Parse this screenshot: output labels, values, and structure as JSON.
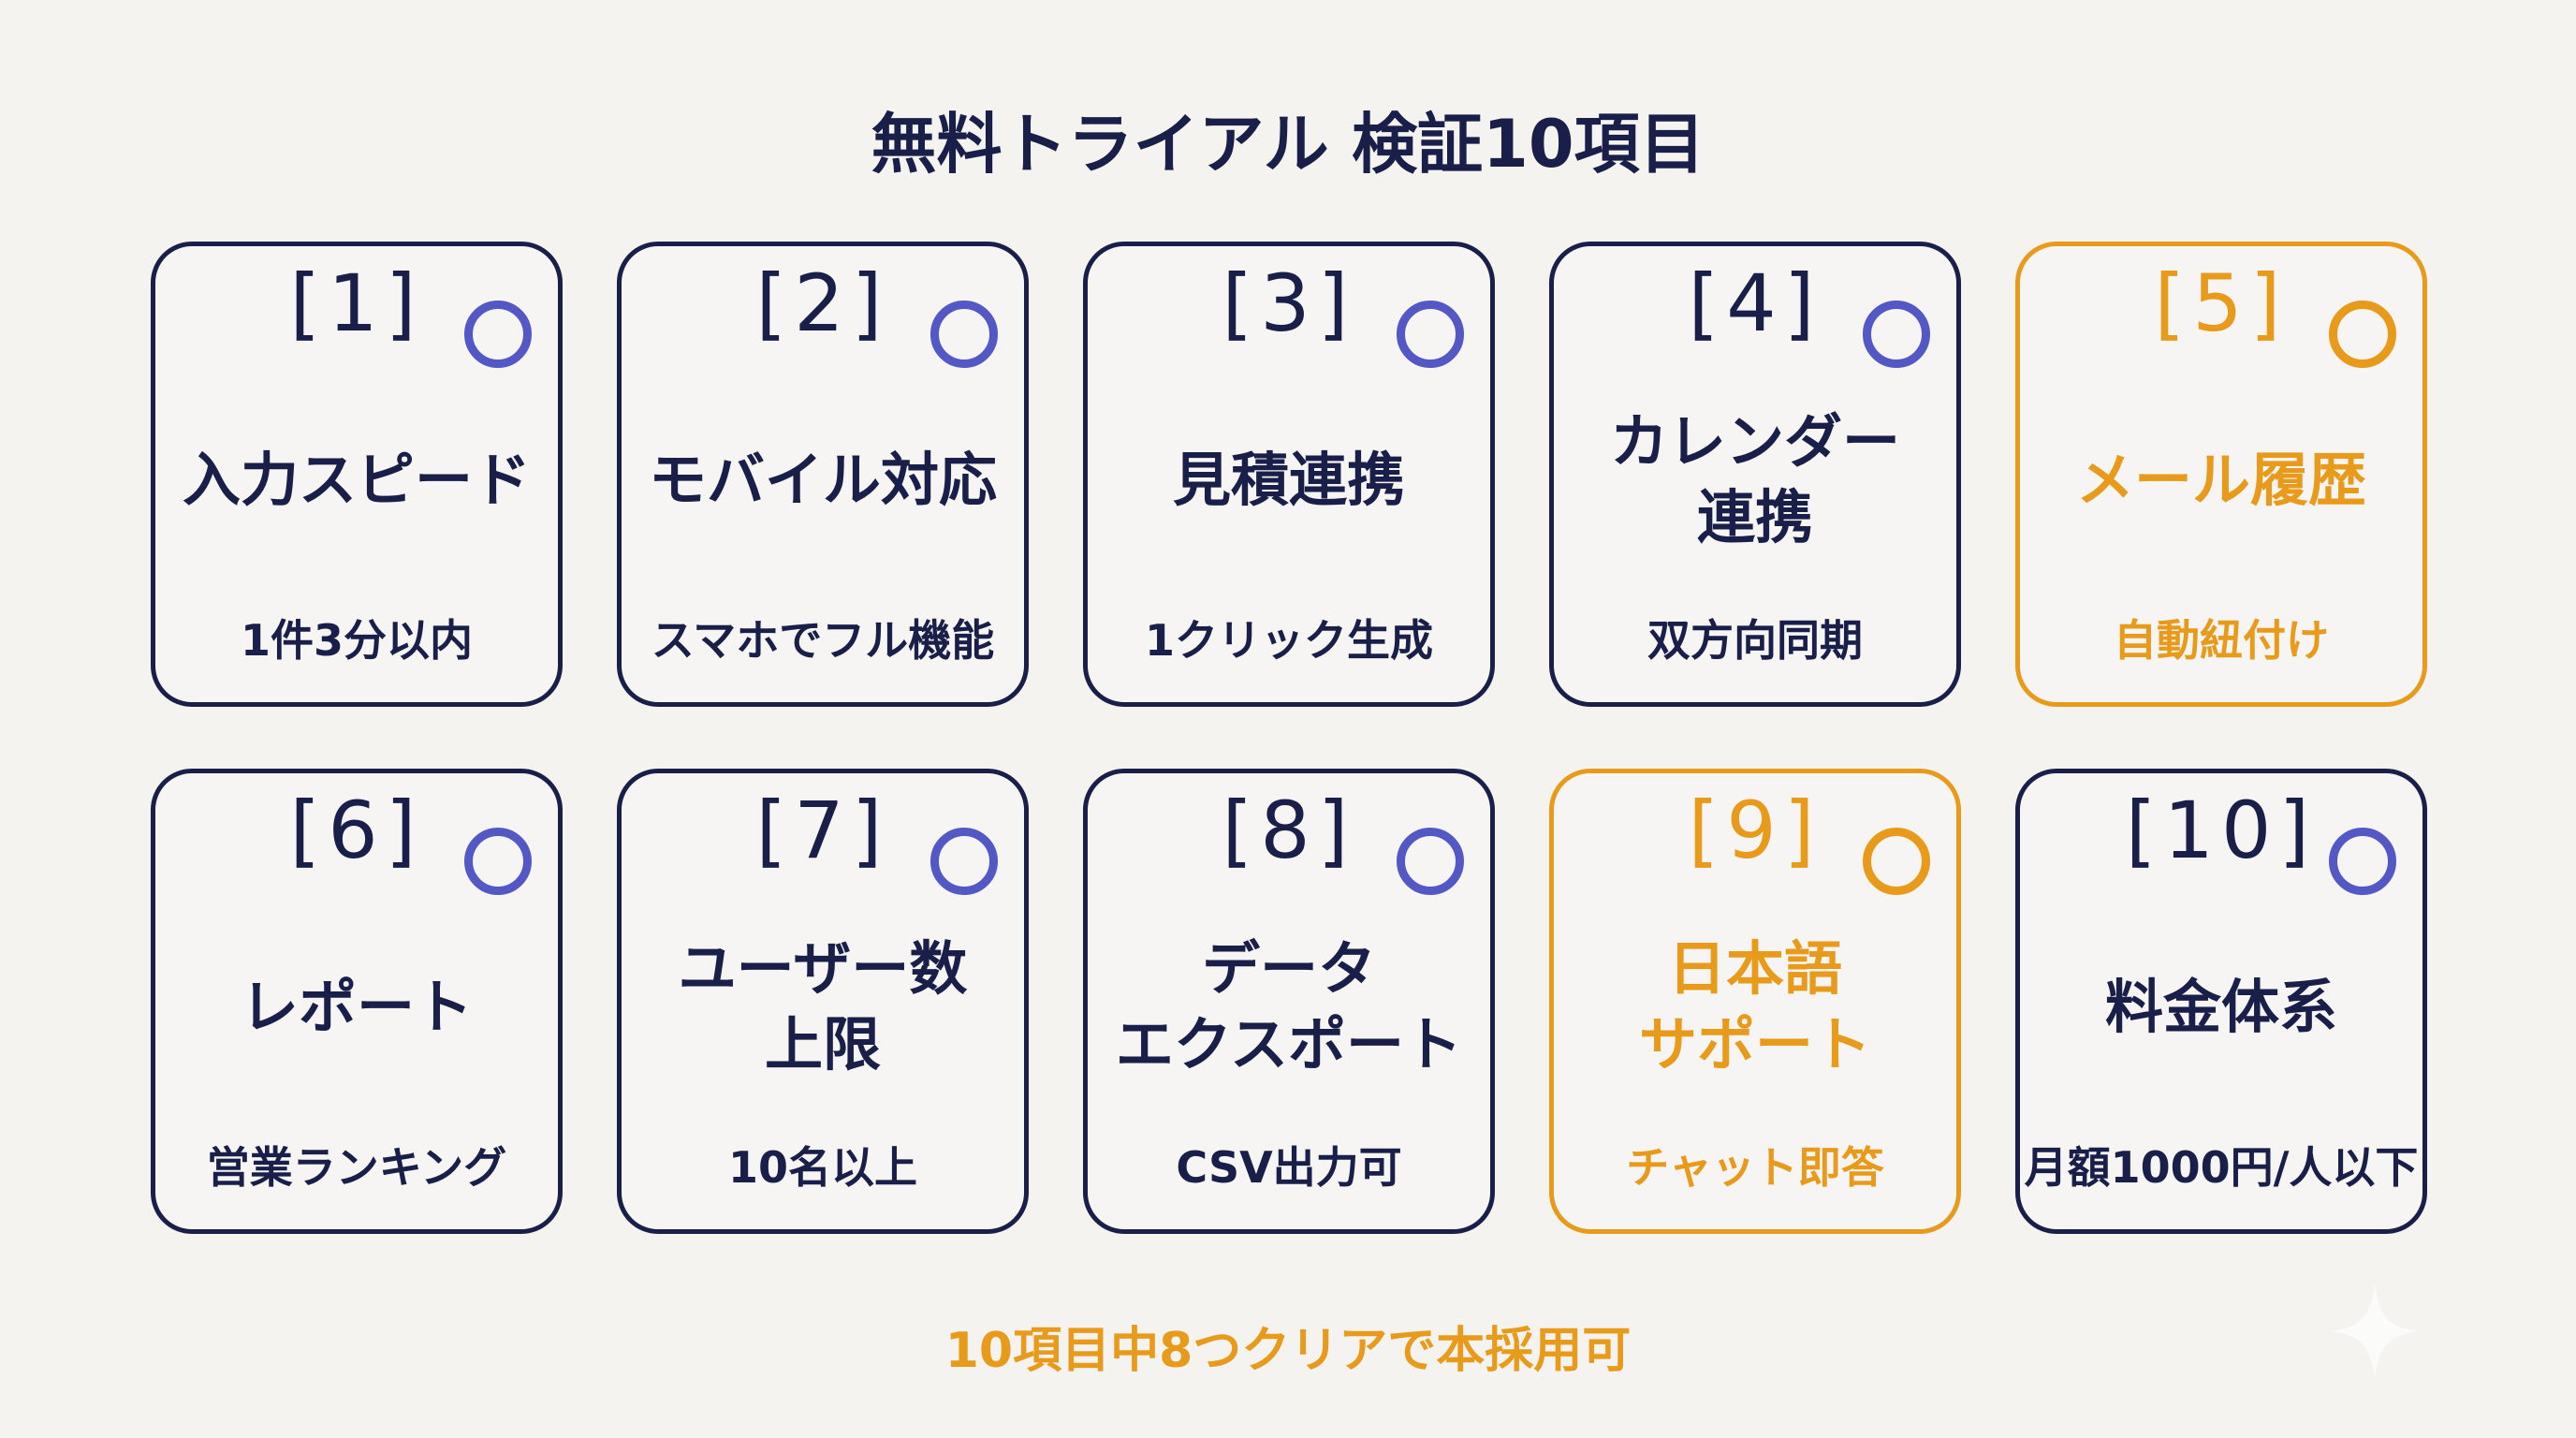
{
  "title": "無料トライアル 検証10項目",
  "colors": {
    "navy": "#1a1f4a",
    "circle": "#5358c4",
    "accent": "#e89a1a",
    "background": "#f4f3f0"
  },
  "items": [
    {
      "number": "[1]",
      "label": "入力スピード",
      "detail": "1件3分以内",
      "highlight": false
    },
    {
      "number": "[2]",
      "label": "モバイル対応",
      "detail": "スマホでフル機能",
      "highlight": false
    },
    {
      "number": "[3]",
      "label": "見積連携",
      "detail": "1クリック生成",
      "highlight": false
    },
    {
      "number": "[4]",
      "label": "カレンダー\n連携",
      "detail": "双方向同期",
      "highlight": false
    },
    {
      "number": "[5]",
      "label": "メール履歴",
      "detail": "自動紐付け",
      "highlight": true
    },
    {
      "number": "[6]",
      "label": "レポート",
      "detail": "営業ランキング",
      "highlight": false
    },
    {
      "number": "[7]",
      "label": "ユーザー数\n上限",
      "detail": "10名以上",
      "highlight": false
    },
    {
      "number": "[8]",
      "label": "データ\nエクスポート",
      "detail": "CSV出力可",
      "highlight": false
    },
    {
      "number": "[9]",
      "label": "日本語\nサポート",
      "detail": "チャット即答",
      "highlight": true
    },
    {
      "number": "[10]",
      "label": "料金体系",
      "detail": "月額1000円/人以下",
      "highlight": false
    }
  ],
  "footer": "10項目中8つクリアで本採用可"
}
